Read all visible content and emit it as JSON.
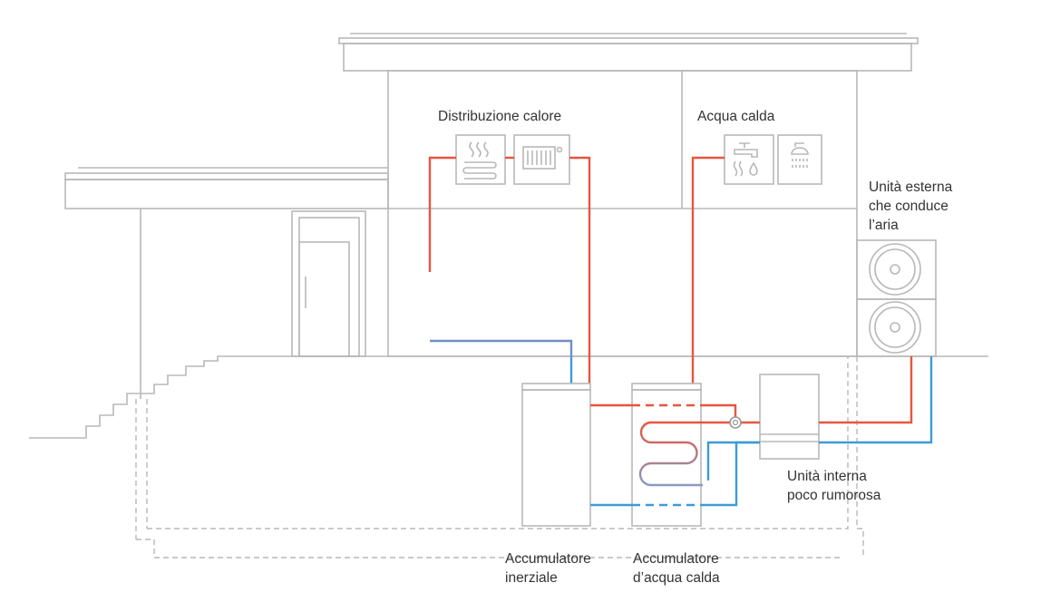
{
  "labels": {
    "heat_distribution": "Distribuzione calore",
    "hot_water": "Acqua calda",
    "outdoor_unit": [
      "Unità esterna",
      "che conduce",
      "l’aria"
    ],
    "indoor_unit": [
      "Unità interna",
      "poco rumorosa"
    ],
    "buffer_tank": [
      "Accumulatore",
      "inerziale"
    ],
    "hot_water_tank": [
      "Accumulatore",
      "d’acqua calda"
    ]
  },
  "colors": {
    "supply": "#e8553f",
    "return": "#3d9bd6",
    "structure": "#b8b8b8"
  }
}
